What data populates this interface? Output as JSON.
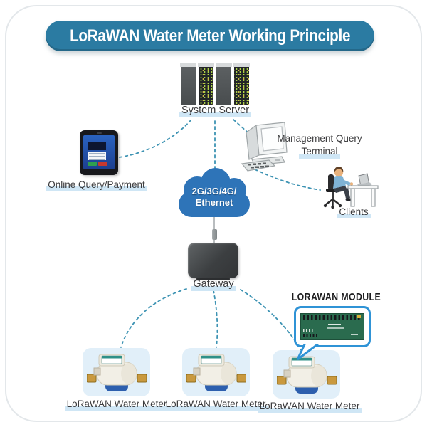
{
  "title": {
    "text": "LoRaWAN Water Meter Working Principle"
  },
  "nodes": {
    "system_server": {
      "label": "System Server"
    },
    "online_query": {
      "label": "Online Query/Payment"
    },
    "terminal": {
      "line1": "Management Query",
      "line2": "Terminal"
    },
    "clients": {
      "label": "Clients"
    },
    "cloud": {
      "line1": "2G/3G/4G/",
      "line2": "Ethernet"
    },
    "gateway": {
      "label": "Gateway"
    },
    "module": {
      "label": "LORAWAN MODULE"
    },
    "meters": [
      {
        "label": "LoRaWAN Water Meter"
      },
      {
        "label": "LoRaWAN Water Meter"
      },
      {
        "label": "LoRaWAN Water Meter"
      }
    ]
  },
  "colors": {
    "banner_bg": "#2b7ba2",
    "cloud_blue": "#2e74b8",
    "dash": "#3d93b3",
    "highlight": "#cfe6f5",
    "tile_bg": "#e1eff9",
    "bubble_border": "#2f93d6",
    "pcb_green": "#2a6b4e",
    "text": "#3b3b3d"
  }
}
